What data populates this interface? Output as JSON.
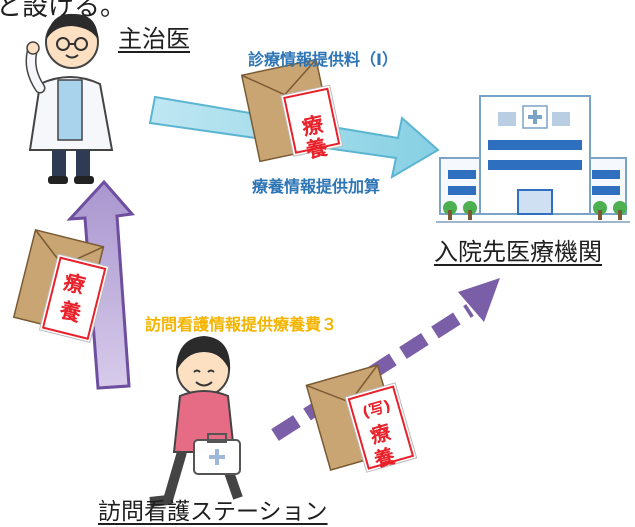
{
  "header": {
    "top_fragment": "と設ける。"
  },
  "actors": {
    "doctor": {
      "label": "主治医"
    },
    "hospital": {
      "label": "入院先医療機関"
    },
    "nurse": {
      "label": "訪問看護ステーション"
    }
  },
  "flows": {
    "doctor_to_hospital": {
      "label_top": "診療情報提供料（Ⅰ）",
      "label_bottom": "療養情報提供加算",
      "envelope_stamp": [
        "療",
        "養"
      ]
    },
    "nurse_to_doctor": {
      "envelope_stamp": [
        "療",
        "養"
      ]
    },
    "nurse_to_hospital": {
      "label": "訪問看護情報提供療養費３",
      "envelope_stamp": [
        "(写)",
        "療",
        "養"
      ]
    }
  },
  "colors": {
    "blue_arrow": "#8fd3e6",
    "blue_arrow_edge": "#4aa9c9",
    "purple_arrow": "#b9a5d8",
    "purple_arrow_edge": "#7b5ea8",
    "dashed_arrow": "#8a6bbf",
    "label_blue": "#2e75b6",
    "label_orange": "#f4b400",
    "stamp_red": "#e8212b"
  }
}
